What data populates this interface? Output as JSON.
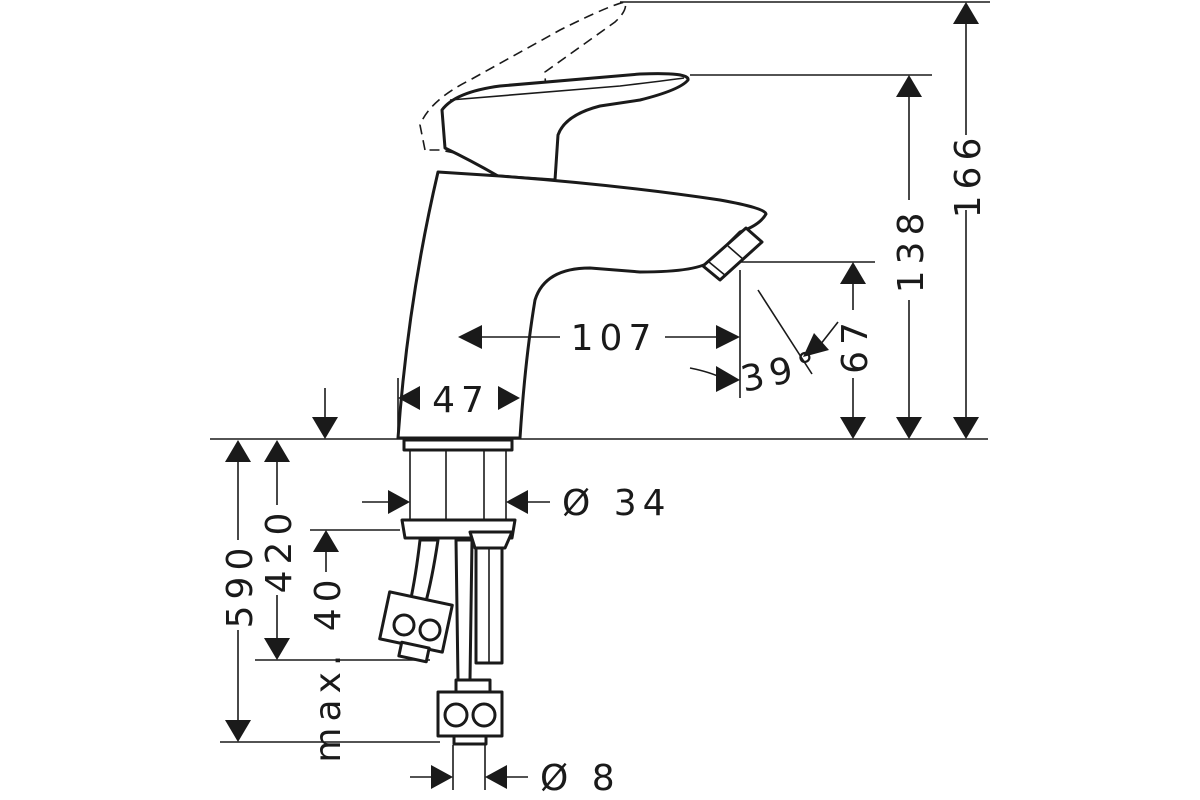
{
  "dimensions": {
    "total_height": "166",
    "lever_height": "138",
    "spout_height": "67",
    "spout_reach": "107",
    "spout_angle": "39°",
    "base_width": "47",
    "shank_diameter": "Ø 34",
    "max_thickness": "max. 40",
    "hose_length_upper": "420",
    "hose_length_total": "590",
    "hose_diameter": "Ø 8"
  },
  "colors": {
    "line": "#1a1a1a",
    "background": "#ffffff"
  }
}
